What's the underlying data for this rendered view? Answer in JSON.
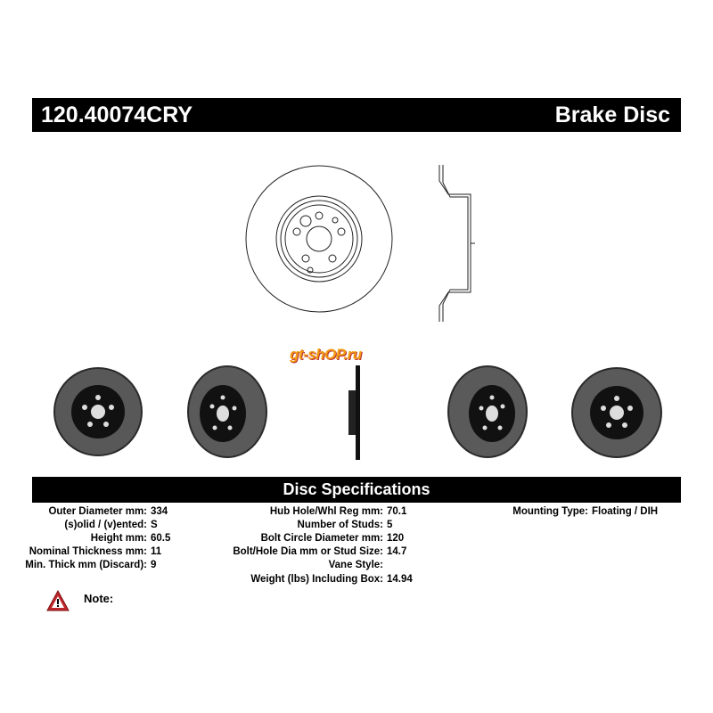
{
  "header": {
    "part_number": "120.40074CRY",
    "product_type": "Brake Disc"
  },
  "watermark": "gt-shop.ru",
  "spec_title": "Disc Specifications",
  "specs": {
    "col1": [
      {
        "label": "Outer Diameter mm:",
        "value": "334"
      },
      {
        "label": "(s)olid / (v)ented:",
        "value": "S"
      },
      {
        "label": "Height mm:",
        "value": "60.5"
      },
      {
        "label": "Nominal Thickness mm:",
        "value": "11"
      },
      {
        "label": "Min. Thick mm (Discard):",
        "value": "9"
      }
    ],
    "col2": [
      {
        "label": "Hub Hole/Whl Reg mm:",
        "value": "70.1"
      },
      {
        "label": "Number of Studs:",
        "value": "5"
      },
      {
        "label": "Bolt Circle Diameter mm:",
        "value": "120"
      },
      {
        "label": "Bolt/Hole Dia mm or Stud Size:",
        "value": "14.7"
      },
      {
        "label": "Vane Style:",
        "value": ""
      },
      {
        "label": "Weight (lbs) Including Box:",
        "value": "14.94"
      }
    ],
    "col3": [
      {
        "label": "Mounting Type:",
        "value": "Floating / DIH"
      }
    ]
  },
  "note": {
    "label": "Note:",
    "icon": "warning-icon"
  }
}
